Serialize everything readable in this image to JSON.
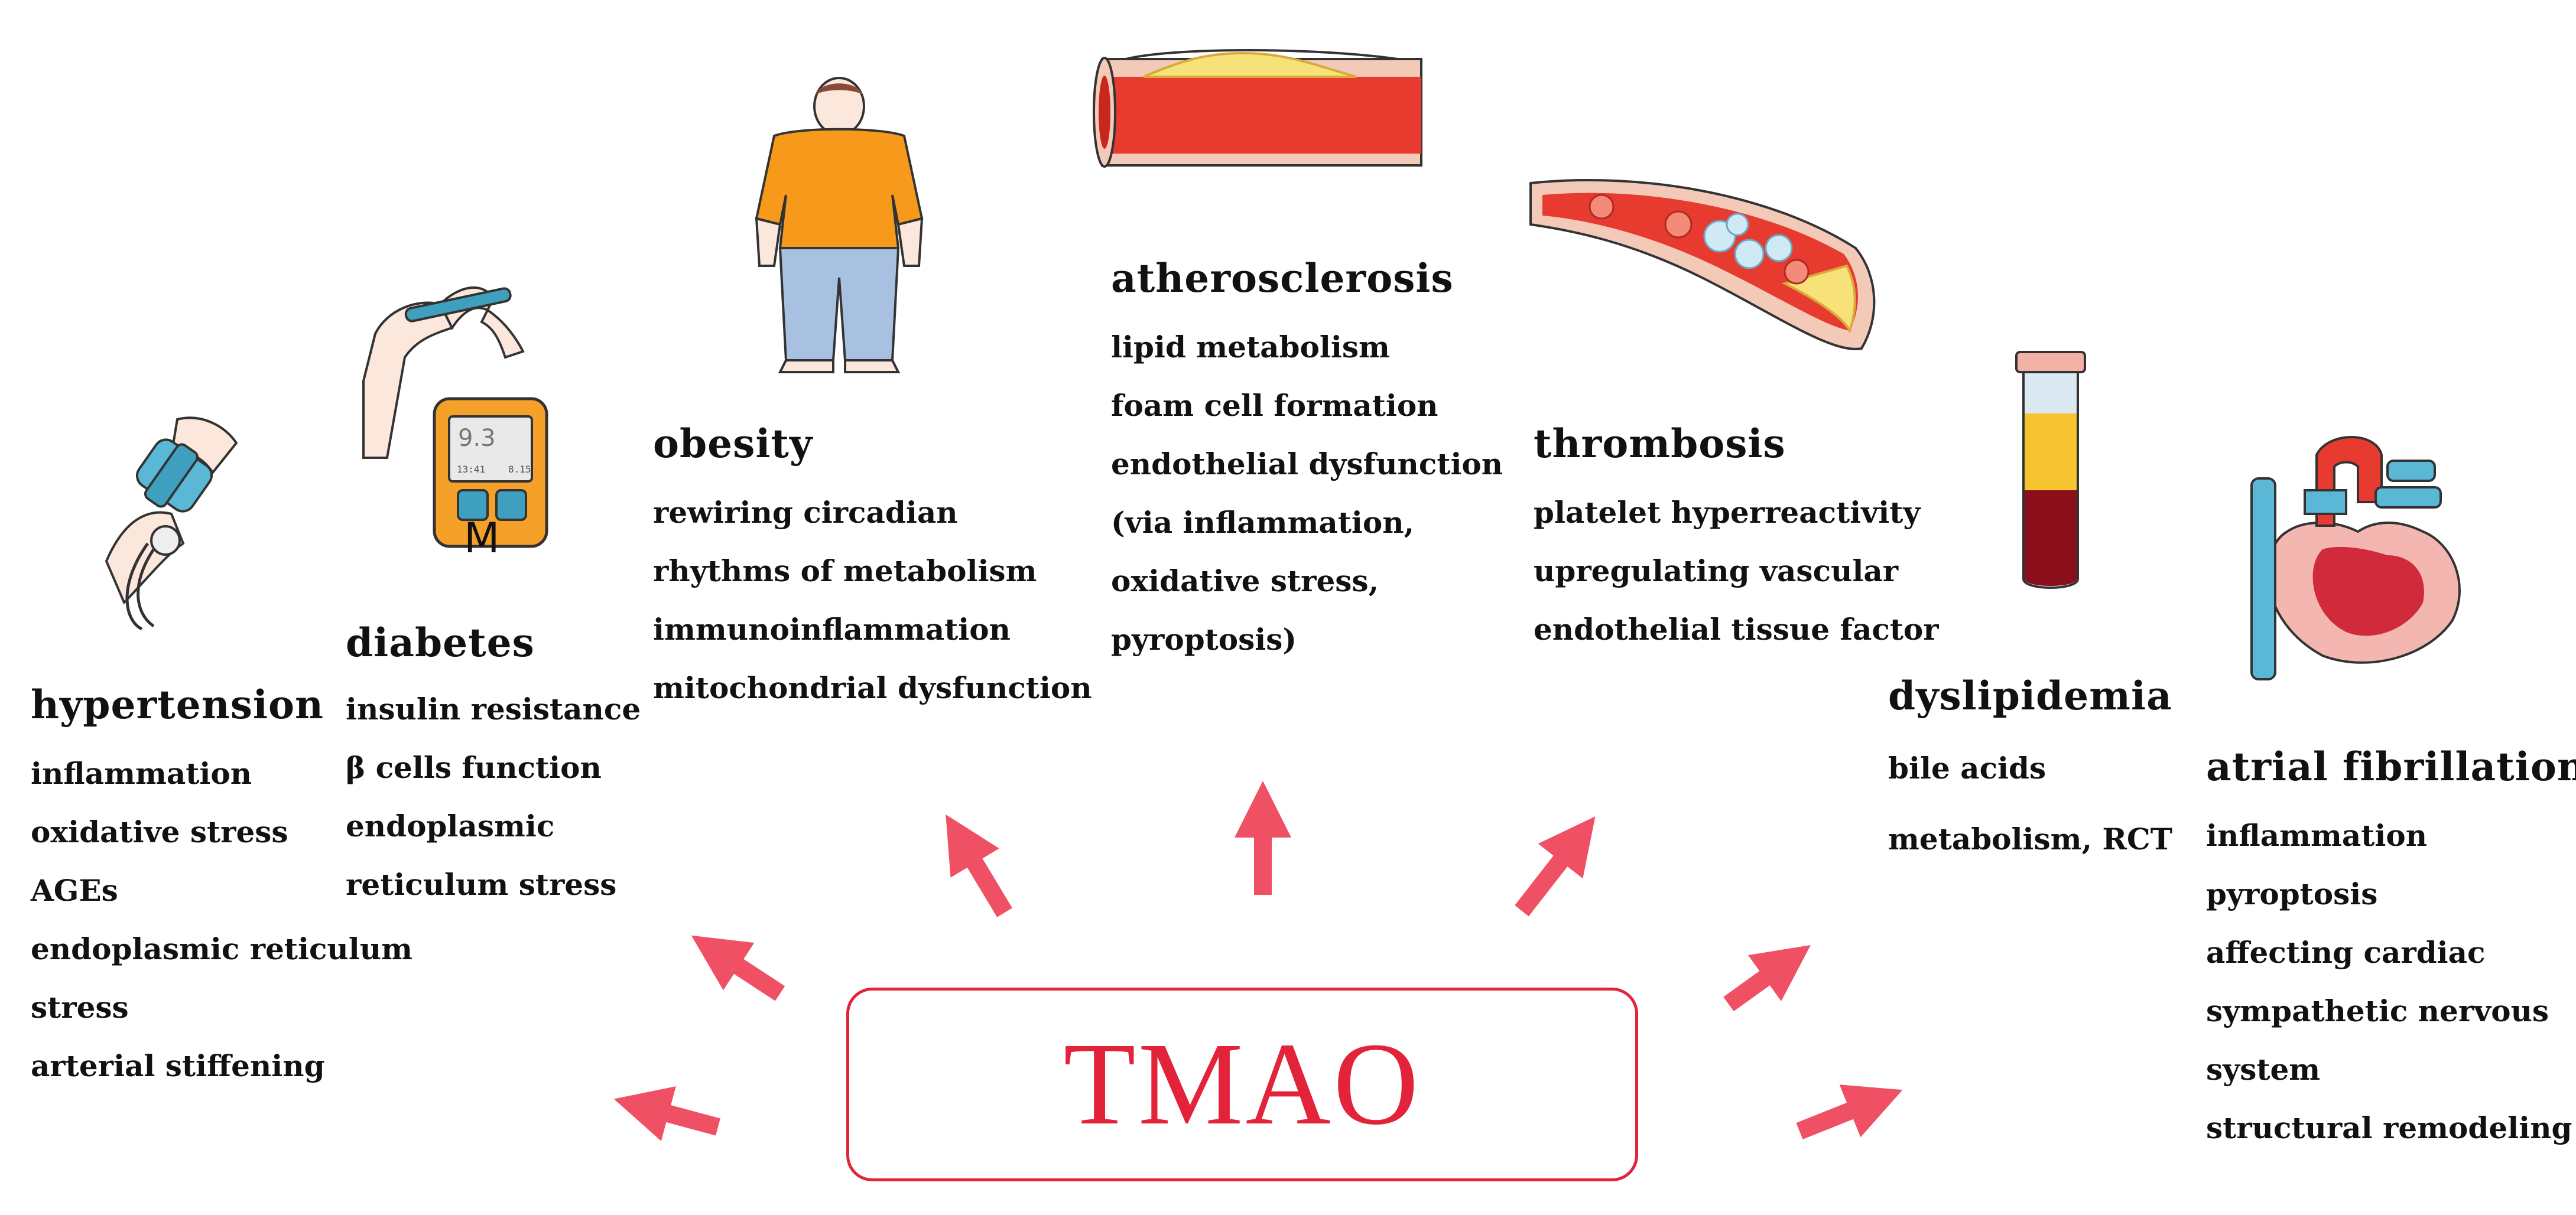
{
  "center": {
    "label": "TMAO",
    "color": "#e2233a"
  },
  "arrow_color": "#f05063",
  "nodes": {
    "hypertension": {
      "title": "hypertension",
      "items": [
        "inflammation",
        "oxidative stress",
        "AGEs",
        "endoplasmic reticulum",
        "stress",
        "arterial stiffening"
      ]
    },
    "diabetes": {
      "title": "diabetes",
      "items": [
        "insulin resistance",
        "β cells function",
        "endoplasmic",
        "reticulum stress"
      ]
    },
    "obesity": {
      "title": "obesity",
      "items": [
        "rewiring circadian",
        "rhythms of metabolism",
        "immunoinflammation",
        "mitochondrial dysfunction"
      ]
    },
    "atherosclerosis": {
      "title": "atherosclerosis",
      "items": [
        "lipid metabolism",
        "foam cell formation",
        "endothelial dysfunction",
        "(via inflammation,",
        "oxidative stress,",
        "pyroptosis)"
      ]
    },
    "thrombosis": {
      "title": "thrombosis",
      "items": [
        "platelet hyperreactivity",
        "upregulating vascular",
        "endothelial tissue factor"
      ]
    },
    "dyslipidemia": {
      "title": "dyslipidemia",
      "items": [
        "bile acids",
        "metabolism, RCT"
      ]
    },
    "atrial_fibrillation": {
      "title": "atrial fibrillation",
      "items": [
        "inflammation",
        "pyroptosis",
        "affecting cardiac",
        "sympathetic nervous",
        "system",
        "structural remodeling"
      ]
    }
  },
  "glucometer": {
    "reading": "9.3",
    "time": "13:41",
    "date": "8.15",
    "mark": "M"
  }
}
